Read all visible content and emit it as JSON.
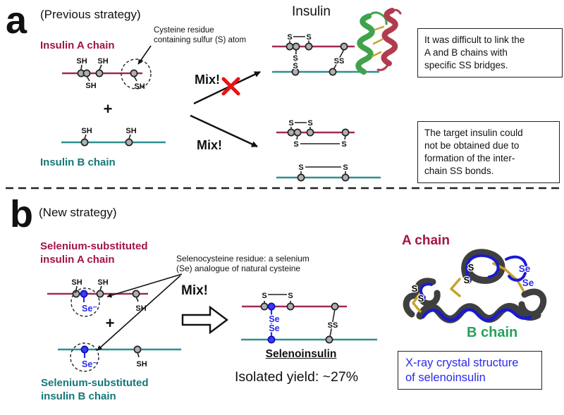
{
  "glyphs": {
    "sh": "SH",
    "s": "S",
    "ss": "SS",
    "se": "Se",
    "se_minus": "Se⁻",
    "plus": "+",
    "mix": "Mix!"
  },
  "colors": {
    "a_chain": "#a02a58",
    "b_chain": "#2e8f8f",
    "a_text": "#a3134a",
    "b_text": "#15787a",
    "blue": "#2a2af0",
    "green": "#28a05c",
    "red_x": "#e91212",
    "gold": "#c8a22a",
    "ribbon_green": "#3fa24d",
    "ribbon_red": "#b23b4e",
    "ribbon_gray": "#3f3f3f",
    "ribbon_blue": "#1a1ad0"
  },
  "panel_a": {
    "label": "a",
    "title": "(Previous strategy)",
    "annotation": "Cysteine residue\ncontaining sulfur (S) atom",
    "a_chain_label": "Insulin A chain",
    "b_chain_label": "Insulin B chain",
    "product_title": "Insulin",
    "note_link_difficulty": "It was difficult to link the\nA and B chains with\nspecific SS bridges.",
    "note_target_insulin": "The target insulin could\nnot be obtained due to\nformation of the inter-\nchain SS bonds."
  },
  "panel_b": {
    "label": "b",
    "title": "(New strategy)",
    "a_chain_label": "Selenium-substituted\ninsulin A chain",
    "b_chain_label": "Selenium-substituted\ninsulin B chain",
    "annotation": "Selenocysteine residue: a selenium\n(Se) analogue of natural cysteine",
    "product_label": "Selenoinsulin",
    "yield_label": "Isolated yield: ~27%",
    "crystal_a_chain_label": "A chain",
    "crystal_b_chain_label": "B chain",
    "xray_caption": "X-ray crystal structure\nof selenoinsulin"
  }
}
